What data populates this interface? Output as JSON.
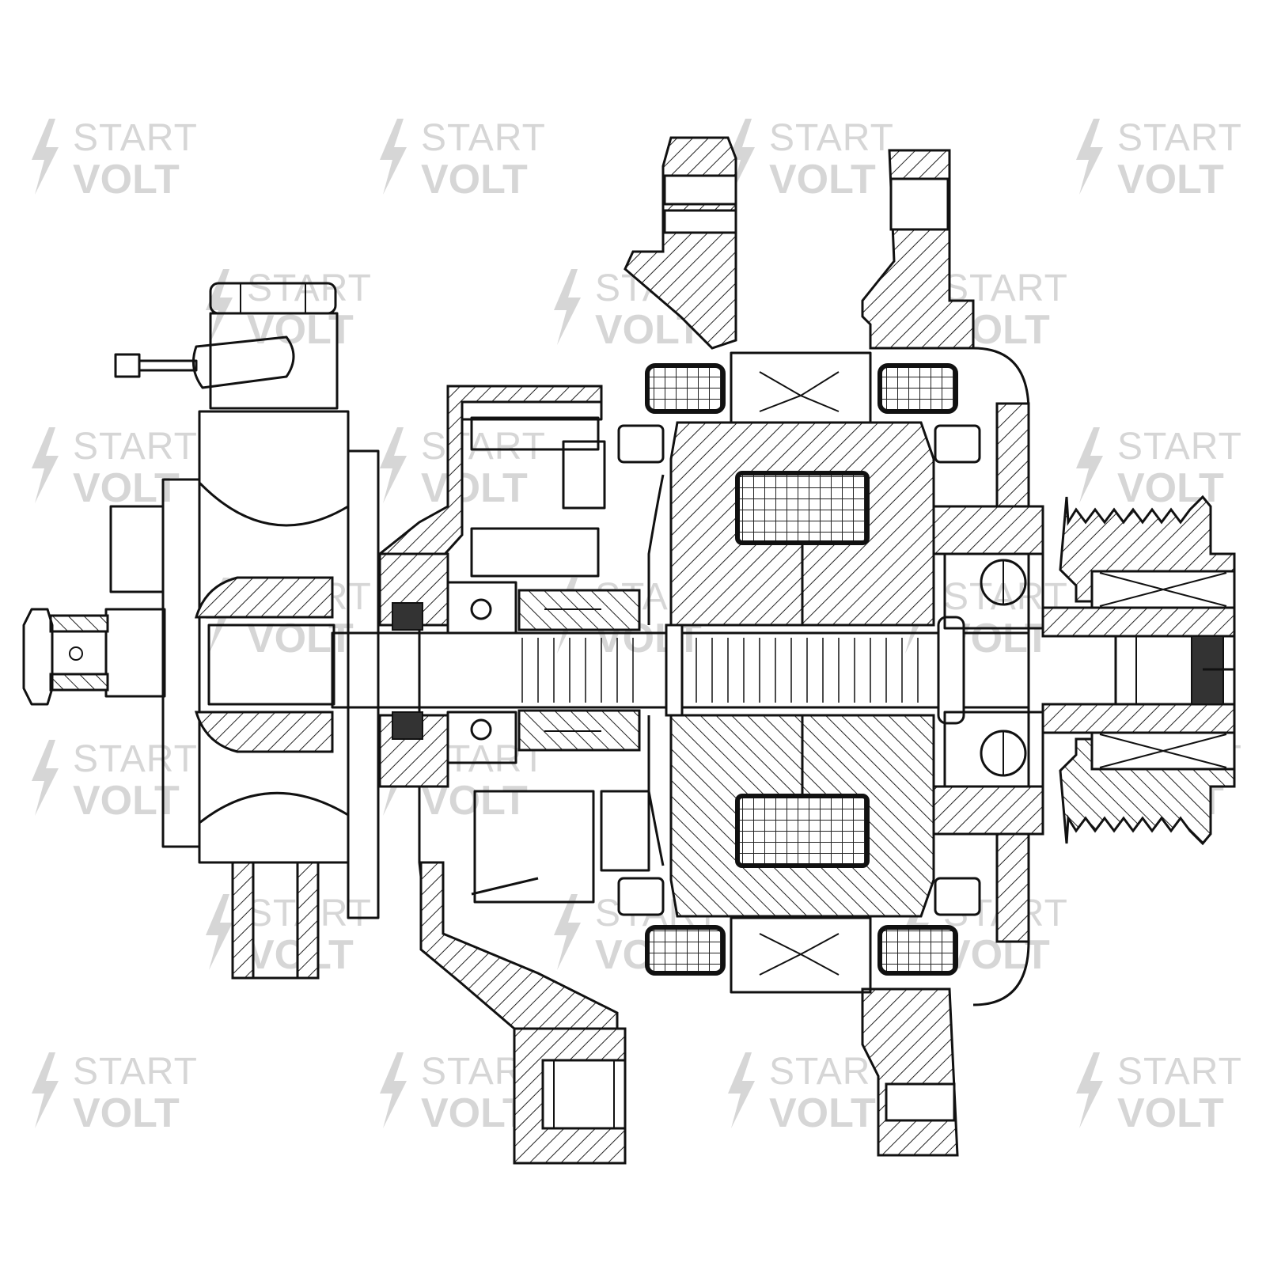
{
  "watermark": {
    "line1": "START",
    "line2": "VOLT",
    "color": "#d6d6d6"
  },
  "drawing": {
    "subject": "alternator-cross-section",
    "line_color": "#111111",
    "background": "#ffffff"
  }
}
